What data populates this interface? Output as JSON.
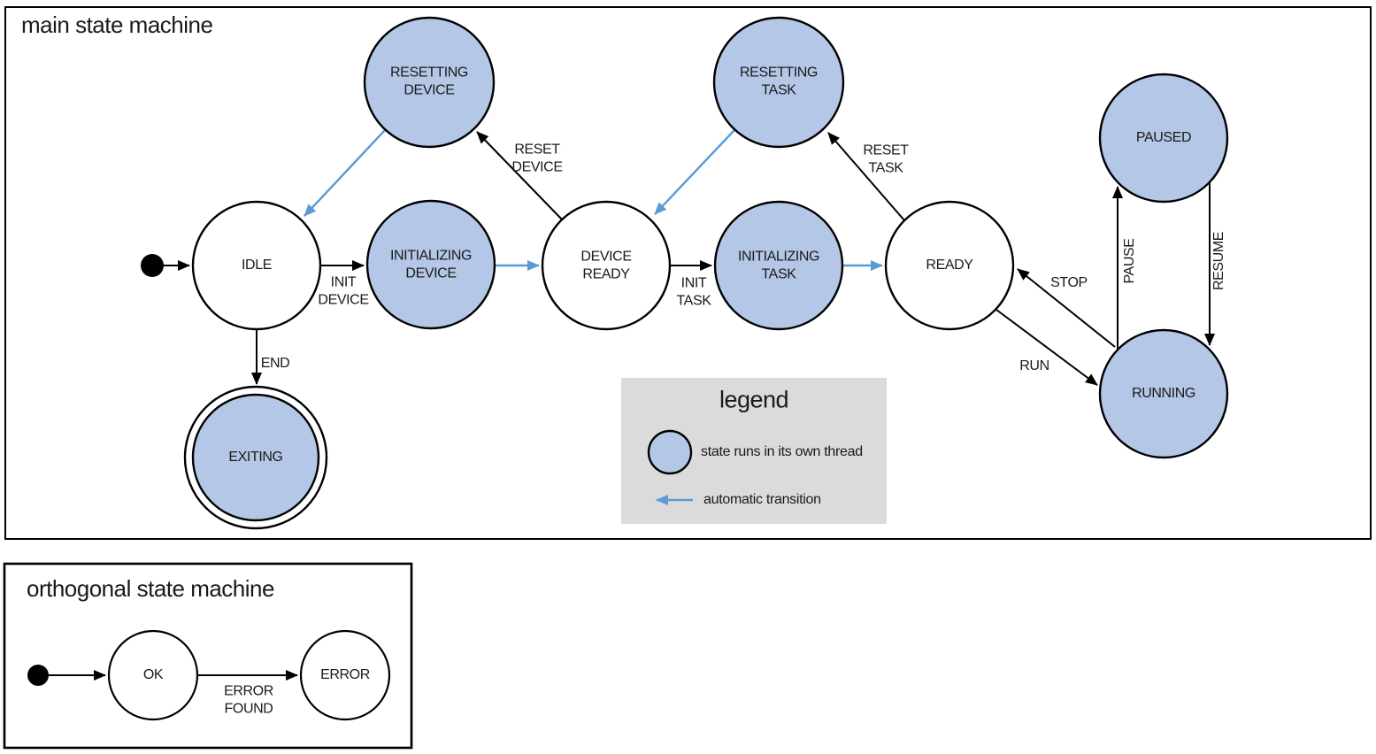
{
  "colors": {
    "thread_fill": "#b4c7e7",
    "auto_arrow": "#5b9bd5",
    "legend_bg": "#dbdbdb",
    "stroke": "#000000"
  },
  "main": {
    "title": "main state machine",
    "states": {
      "idle": "IDLE",
      "resetting_device": "RESETTING\nDEVICE",
      "initializing_device": "INITIALIZING\nDEVICE",
      "device_ready": "DEVICE\nREADY",
      "resetting_task": "RESETTING\nTASK",
      "initializing_task": "INITIALIZING\nTASK",
      "ready": "READY",
      "paused": "PAUSED",
      "running": "RUNNING",
      "exiting": "EXITING"
    },
    "transitions": {
      "init_device": "INIT\nDEVICE",
      "reset_device": "RESET\nDEVICE",
      "init_task": "INIT\nTASK",
      "reset_task": "RESET\nTASK",
      "end": "END",
      "run": "RUN",
      "stop": "STOP",
      "pause": "PAUSE",
      "resume": "RESUME"
    }
  },
  "legend": {
    "title": "legend",
    "thread_state_label": "state runs in its own thread",
    "auto_transition_label": "automatic transition"
  },
  "orthogonal": {
    "title": "orthogonal state machine",
    "states": {
      "ok": "OK",
      "error": "ERROR"
    },
    "transitions": {
      "error_found": "ERROR\nFOUND"
    }
  }
}
